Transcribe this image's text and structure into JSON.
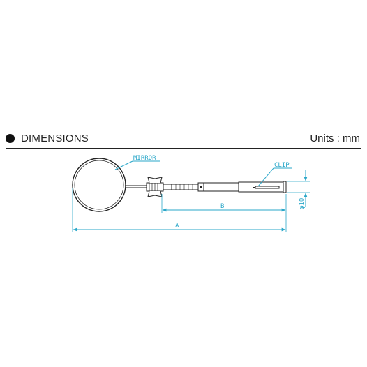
{
  "header": {
    "title": "DIMENSIONS",
    "units": "Units : mm"
  },
  "diagram": {
    "labels": {
      "mirror": "MIRROR",
      "clip": "CLIP",
      "dim_a": "A",
      "dim_b": "B",
      "dim_diameter": "φ10"
    },
    "colors": {
      "outline": "#222222",
      "dimension": "#2aa7c9"
    }
  }
}
